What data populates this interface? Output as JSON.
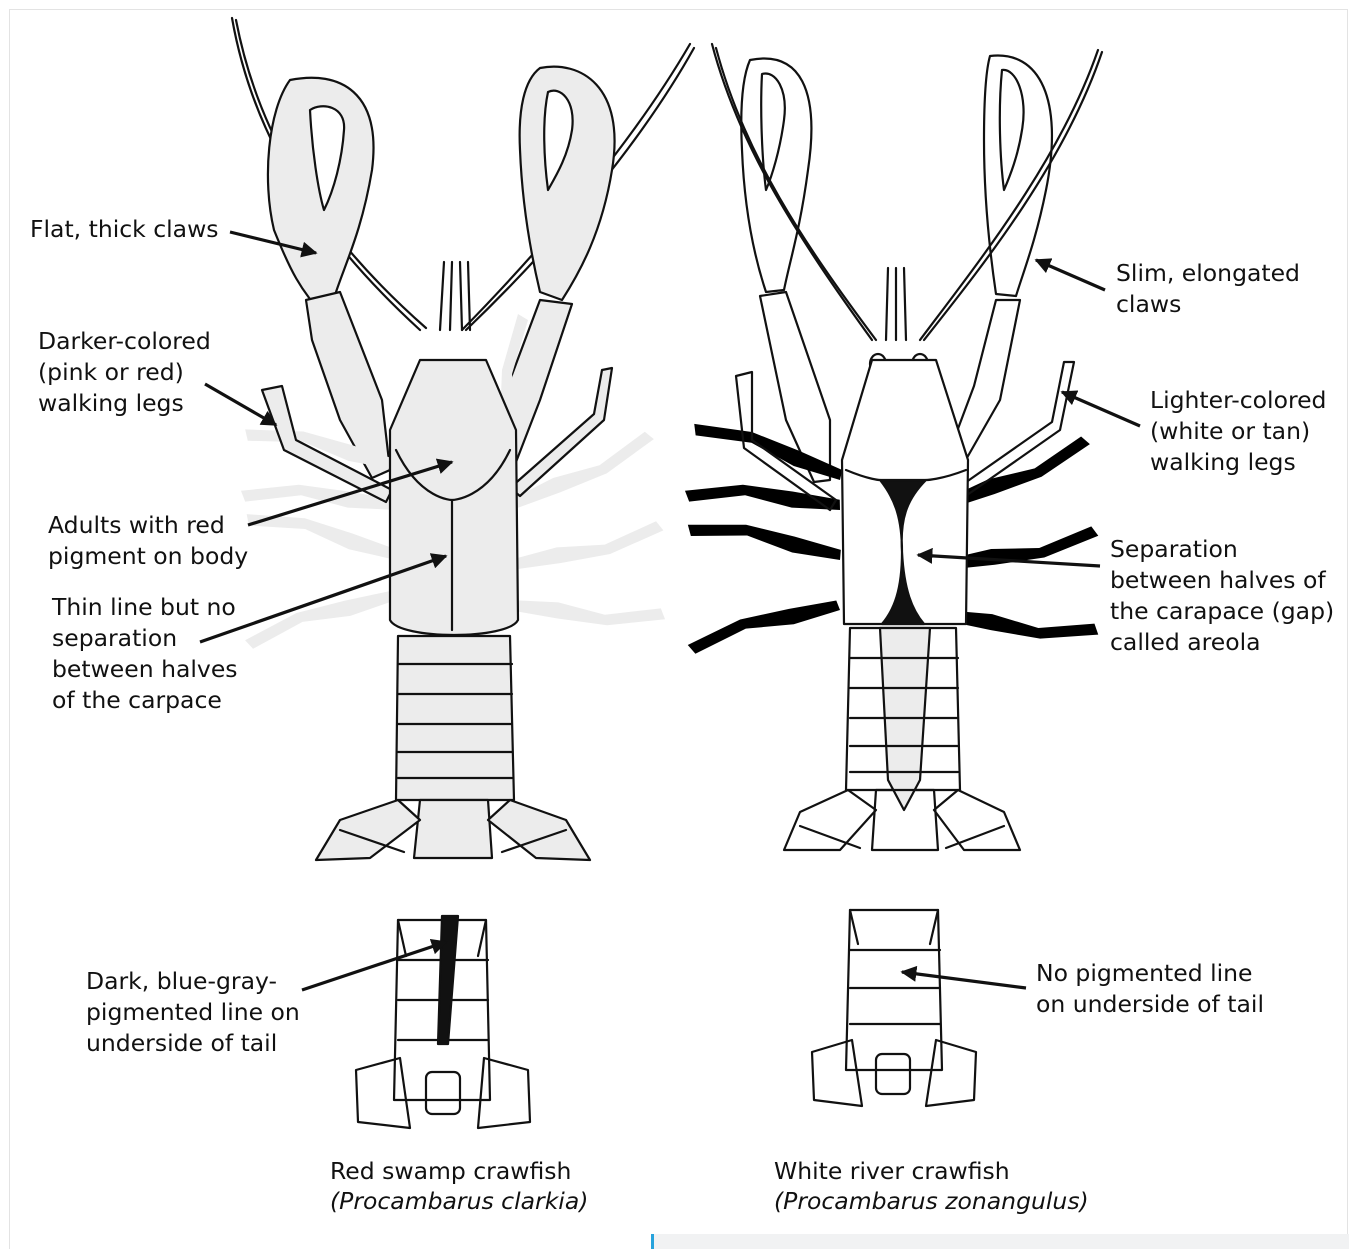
{
  "annotations": {
    "flat_claws": "Flat, thick claws",
    "darker_legs": "Darker-colored\n(pink or red)\nwalking legs",
    "red_pigment": "Adults with red\npigment on body",
    "thin_line": "Thin line but no\nseparation\nbetween halves\nof the carpace",
    "dark_line_tail": "Dark, blue-gray-\npigmented line on\nunderside of tail",
    "slim_claws": "Slim, elongated\nclaws",
    "lighter_legs": "Lighter-colored\n(white or tan)\nwalking legs",
    "areola": "Separation\nbetween halves of\nthe carapace (gap)\ncalled areola",
    "no_line_tail": "No pigmented line\non underside of tail"
  },
  "captions": {
    "red_swamp": {
      "common": "Red swamp crawfish",
      "scientific": "(Procambarus clarkia)"
    },
    "white_river": {
      "common": "White river crawfish",
      "scientific": "(Procambarus zonangulus)"
    }
  },
  "colors": {
    "accent_bar": "#27a3dc",
    "shade": "#ececec",
    "ink": "#111111"
  }
}
